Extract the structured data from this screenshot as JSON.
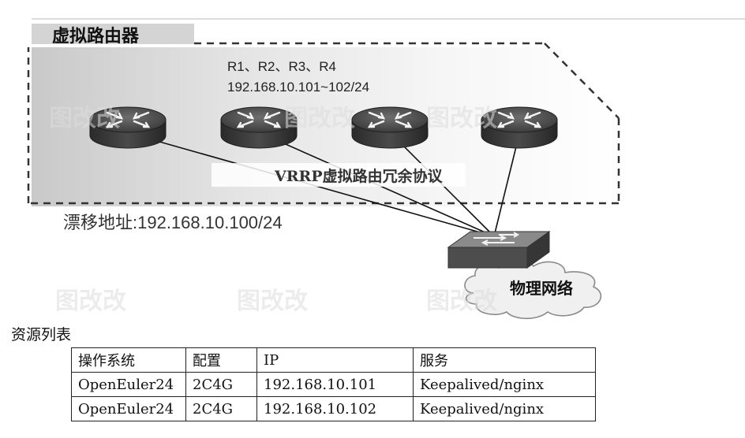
{
  "diagram": {
    "group_title": "虚拟路由器",
    "router_names": "R1、R2、R3、R4",
    "router_ip_range": "192.168.10.101~102/24",
    "protocol_label": "VRRP虚拟路由冗余协议",
    "floating_address": "漂移地址:192.168.10.100/24",
    "network_label": "物理网络",
    "routers": [
      "router",
      "router",
      "router",
      "router"
    ],
    "watermark_text": "图改改",
    "colors": {
      "router_body": "#3a3a3a",
      "router_top": "#5a5a5a",
      "switch_top": "#7a7a7a",
      "switch_front": "#4d4d4d",
      "title_tab": "#cfcfcf"
    }
  },
  "resource_table": {
    "caption": "资源列表",
    "headers": [
      "操作系统",
      "配置",
      "IP",
      "服务"
    ],
    "rows": [
      [
        "OpenEuler24",
        "2C4G",
        "192.168.10.101",
        "Keepalived/nginx"
      ],
      [
        "OpenEuler24",
        "2C4G",
        "192.168.10.102",
        "Keepalived/nginx"
      ]
    ]
  }
}
